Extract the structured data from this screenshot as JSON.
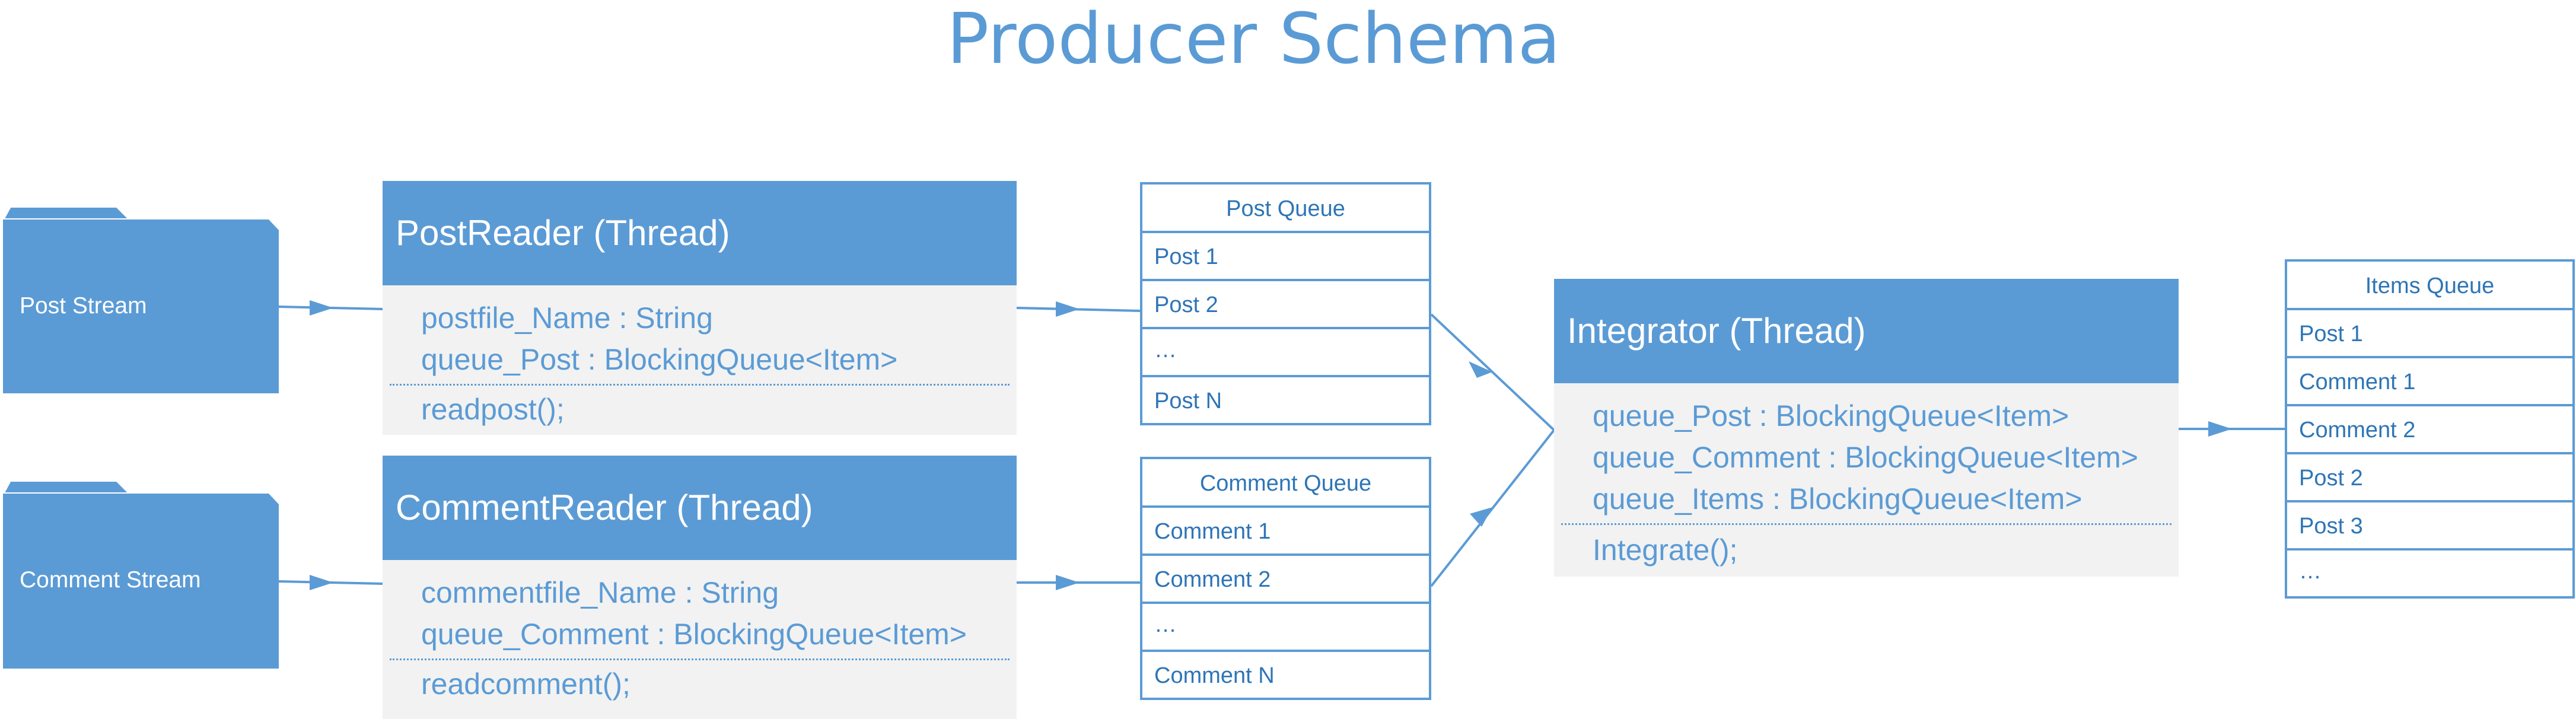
{
  "title": "Producer Schema",
  "colors": {
    "accent": "#5b9bd5",
    "panel": "#f2f2f2",
    "text_dark": "#2e75b6"
  },
  "folders": {
    "post": {
      "label": "Post Stream",
      "icon": "folder-icon"
    },
    "comment": {
      "label": "Comment Stream",
      "icon": "folder-icon"
    }
  },
  "classes": {
    "post_reader": {
      "title": "PostReader (Thread)",
      "attributes": [
        "postfile_Name : String",
        "queue_Post : BlockingQueue<Item>"
      ],
      "methods": [
        "readpost();"
      ]
    },
    "comment_reader": {
      "title": "CommentReader (Thread)",
      "attributes": [
        "commentfile_Name : String",
        "queue_Comment : BlockingQueue<Item>"
      ],
      "methods": [
        "readcomment();"
      ]
    },
    "integrator": {
      "title": "Integrator (Thread)",
      "attributes": [
        "queue_Post : BlockingQueue<Item>",
        "queue_Comment : BlockingQueue<Item>",
        "queue_Items : BlockingQueue<Item>"
      ],
      "methods": [
        "Integrate();"
      ]
    }
  },
  "queues": {
    "post": {
      "header": "Post Queue",
      "items": [
        "Post 1",
        "Post 2",
        "…",
        "Post N"
      ]
    },
    "comment": {
      "header": "Comment Queue",
      "items": [
        "Comment 1",
        "Comment 2",
        "…",
        "Comment N"
      ]
    },
    "items": {
      "header": "Items Queue",
      "items": [
        "Post 1",
        "Comment 1",
        "Comment 2",
        "Post 2",
        "Post 3",
        "…"
      ]
    }
  }
}
